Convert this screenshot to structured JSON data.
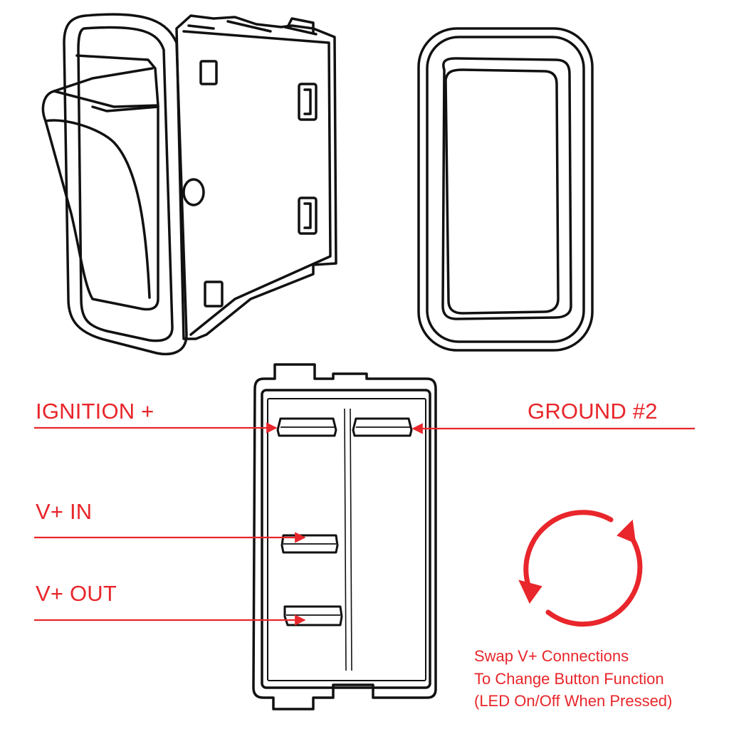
{
  "labels": {
    "ignition": "IGNITION +",
    "ground": "GROUND #2",
    "v_in": "V+ IN",
    "v_out": "V+ OUT"
  },
  "note": {
    "line1": "Swap  V+ Connections",
    "line2": "To Change Button Function",
    "line3": "(LED On/Off When Pressed)"
  },
  "colors": {
    "accent": "#e8262b",
    "line": "#111111",
    "background": "#ffffff"
  },
  "icons": {
    "swap": "circular-swap-arrows-icon"
  }
}
